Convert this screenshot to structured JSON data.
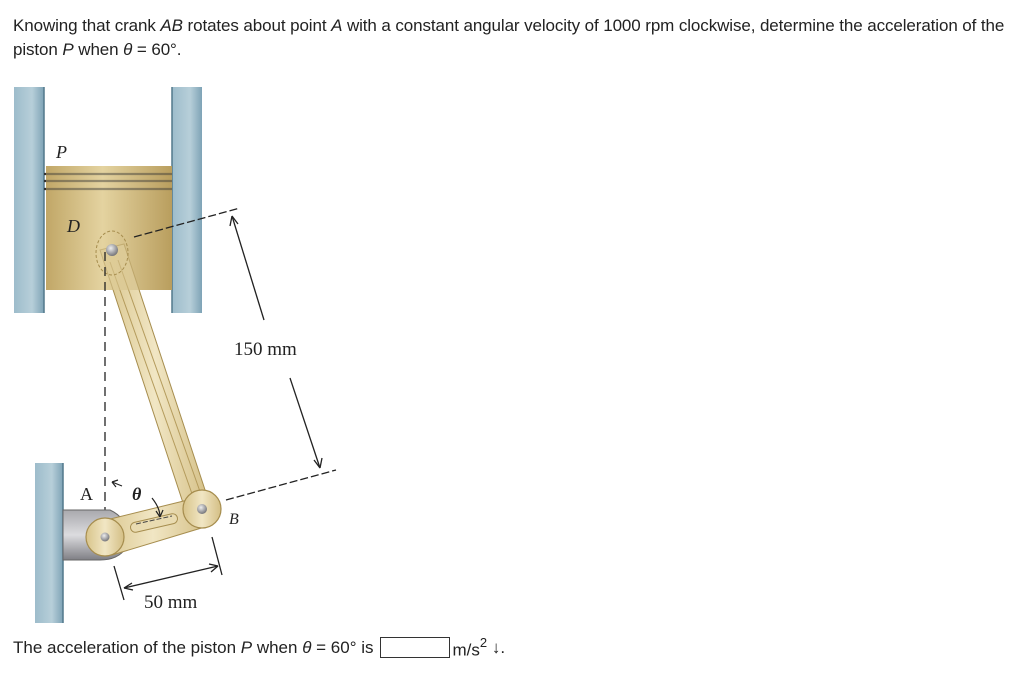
{
  "problem": {
    "part1": "Knowing that crank ",
    "crank": "AB",
    "part2": " rotates about point ",
    "point": "A",
    "part3": " with a constant angular velocity of 1000 rpm clockwise, determine the acceleration of the piston ",
    "piston": "P",
    "part4": " when ",
    "theta": "θ",
    "part5": " = 60°."
  },
  "figure": {
    "labels": {
      "P": "P",
      "D": "D",
      "A": "A",
      "B": "B",
      "theta": "θ",
      "rod_length": "150 mm",
      "crank_length": "50 mm"
    },
    "colors": {
      "cylinder_wall": "#8fb3c4",
      "piston_body": "#c9b072",
      "rod": "#e4d29c",
      "bracket": "#9a9a9e"
    }
  },
  "answer": {
    "prefix": "The acceleration of the piston ",
    "piston": "P",
    "mid": " when ",
    "theta": "θ",
    "suffix": " = 60° is",
    "input_value": "",
    "unit_base": "m/s",
    "unit_exp": "2",
    "direction": " ↓."
  }
}
